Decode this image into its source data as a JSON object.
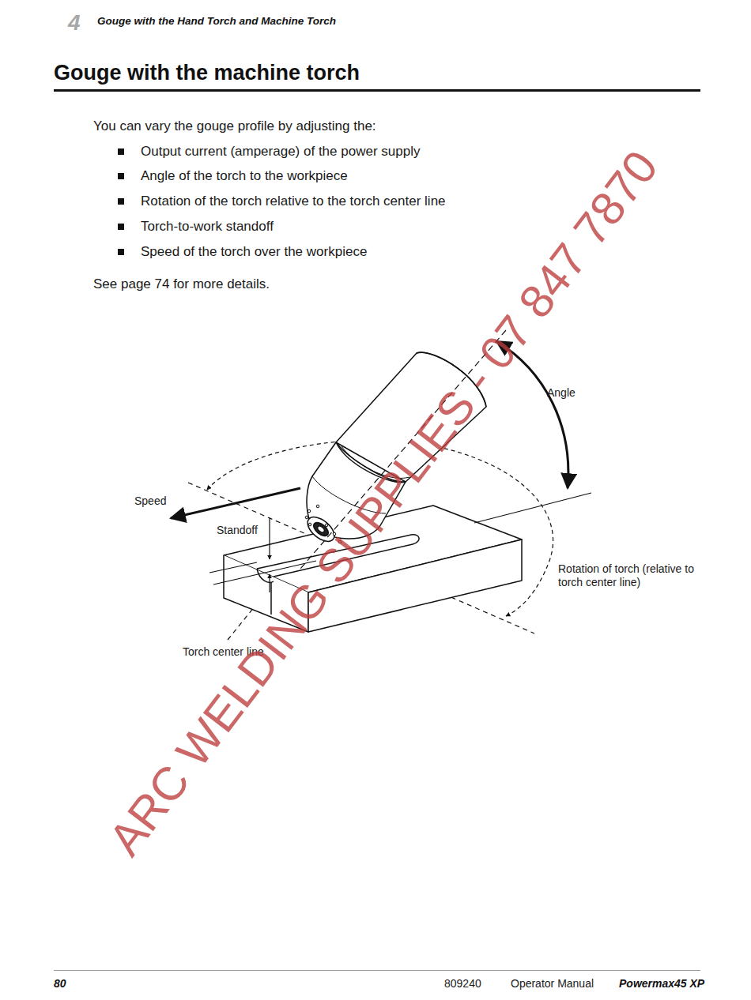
{
  "diagram": {
    "title": "Gouge with the machine torch",
    "labels": [
      "4",
      "Gouge with the Hand Torch and Machine Torch",
      "You can vary the gouge profile by adjusting the:",
      "Output current (amperage) of the power supply",
      "Angle of the torch to the workpiece",
      "Rotation of the torch relative to the torch center line",
      "Torch-to-work standoff",
      "Speed of the torch over the workpiece",
      "See page 74 for more details.",
      "Angle",
      "Speed",
      "Standoff",
      "Rotation of torch (relative to torch center line)",
      "Torch center line",
      "ARC WELDING SUPPLIES - 07 847 7870",
      "80",
      "809240",
      "Operator Manual",
      "Powermax45 XP"
    ]
  }
}
